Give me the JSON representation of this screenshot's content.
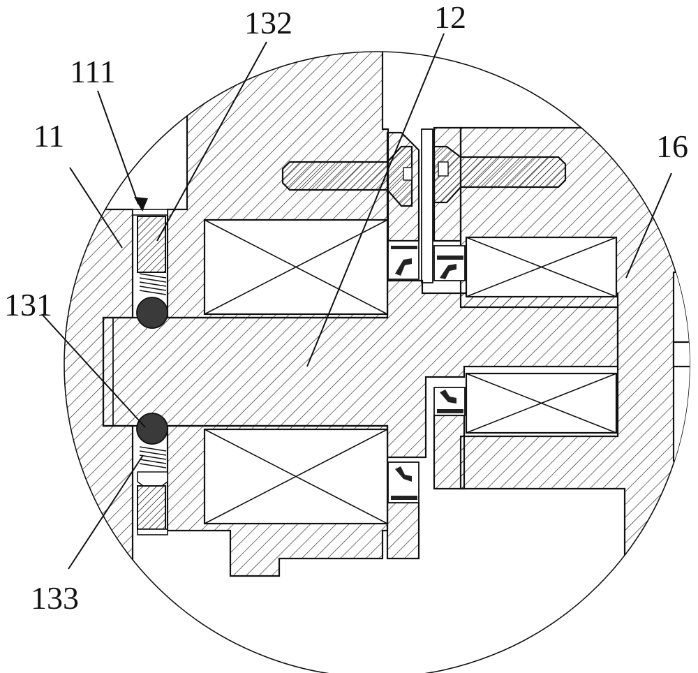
{
  "diagram": {
    "labels": {
      "l11": "11",
      "l111": "111",
      "l132": "132",
      "l12": "12",
      "l16": "16",
      "l131": "131",
      "l133": "133"
    },
    "colors": {
      "line": "#111111",
      "hatch": "#222222",
      "dark_part": "#3a3a3a",
      "background": "#ffffff"
    }
  }
}
